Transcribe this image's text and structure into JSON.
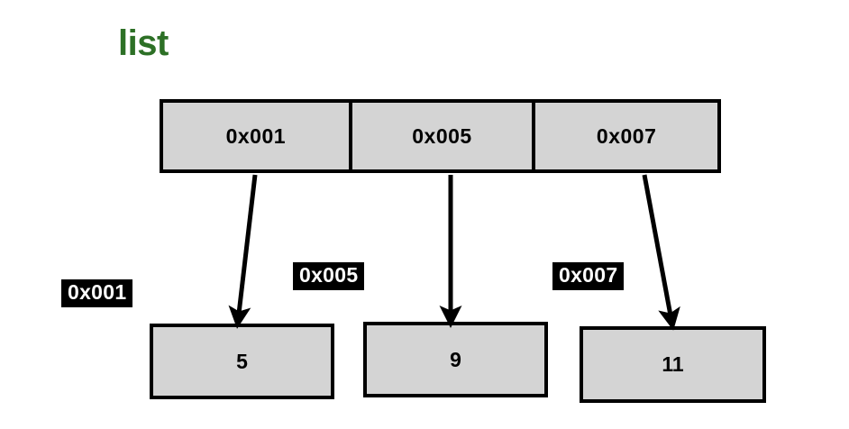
{
  "diagram": {
    "title": "list",
    "title_color": "#2d7026",
    "box_fill": "#d4d4d4",
    "box_border": "#000000",
    "tag_bg": "#000000",
    "tag_fg": "#ffffff",
    "background": "#ffffff"
  },
  "array": {
    "name": "list",
    "cells": [
      {
        "value": "0x001"
      },
      {
        "value": "0x005"
      },
      {
        "value": "0x007"
      }
    ]
  },
  "address_tags": [
    {
      "label": "0x001"
    },
    {
      "label": "0x005"
    },
    {
      "label": "0x007"
    }
  ],
  "value_boxes": [
    {
      "address": "0x001",
      "value": "5"
    },
    {
      "address": "0x005",
      "value": "9"
    },
    {
      "address": "0x007",
      "value": "11"
    }
  ],
  "arrows": [
    {
      "from_cell": "0x001",
      "to_value": "5",
      "direction": "down-left"
    },
    {
      "from_cell": "0x005",
      "to_value": "9",
      "direction": "down"
    },
    {
      "from_cell": "0x007",
      "to_value": "11",
      "direction": "down-right"
    }
  ]
}
